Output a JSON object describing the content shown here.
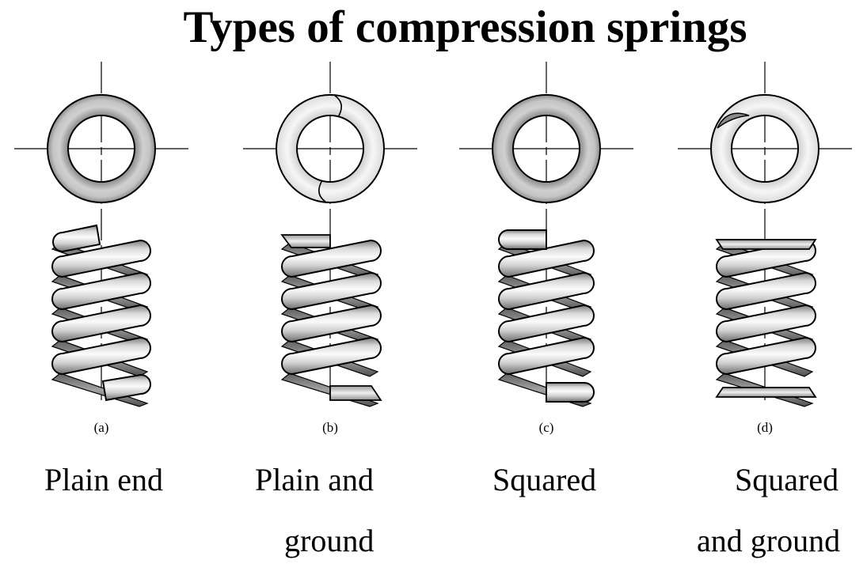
{
  "title": "Types of compression springs",
  "springs": [
    {
      "letter": "(a)",
      "caption": [
        "Plain end"
      ]
    },
    {
      "letter": "(b)",
      "caption": [
        "Plain and",
        "ground"
      ]
    },
    {
      "letter": "(c)",
      "caption": [
        "Squared"
      ]
    },
    {
      "letter": "(d)",
      "caption": [
        "Squared",
        "and ground"
      ]
    }
  ],
  "colors": {
    "wire_light": "#f2f2f2",
    "wire_mid": "#c8c8c8",
    "wire_dark": "#8e8e8e",
    "ring_grey": "#a9a9a9",
    "line": "#000000"
  }
}
